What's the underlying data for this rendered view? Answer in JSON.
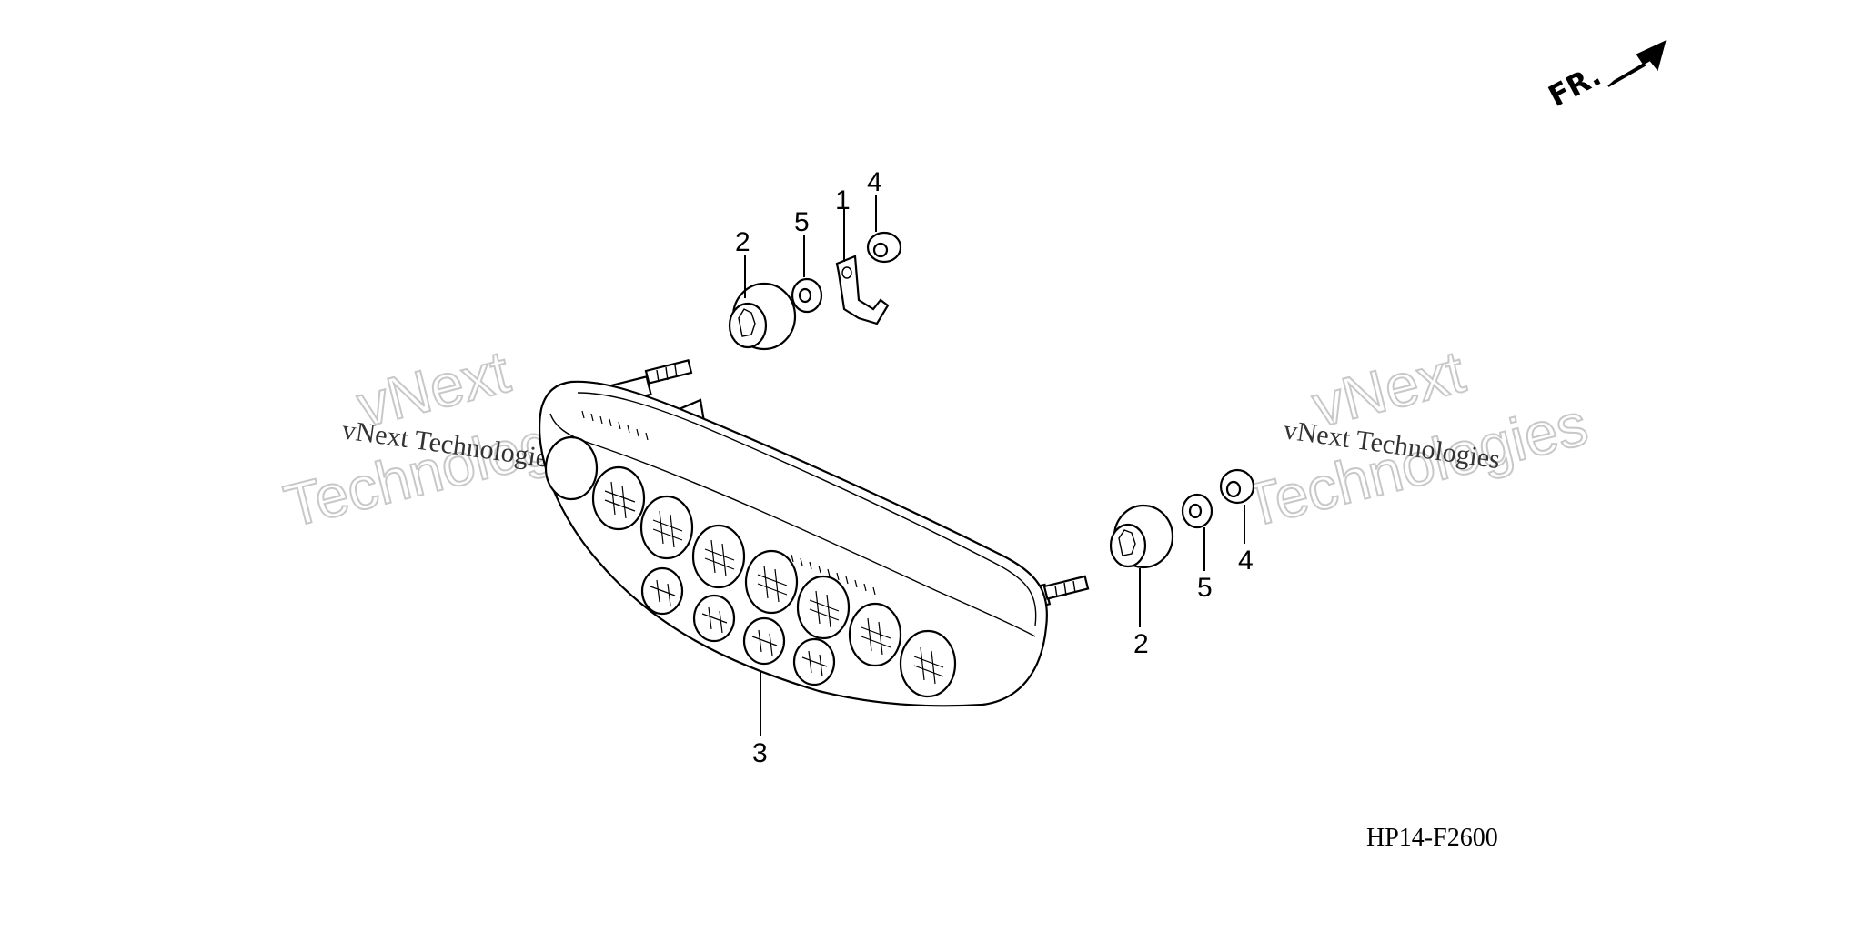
{
  "direction_marker": {
    "label": "FR."
  },
  "callouts": {
    "c1": "1",
    "c2_top": "2",
    "c2_bottom": "2",
    "c3": "3",
    "c4_top": "4",
    "c4_bottom": "4",
    "c5_top": "5",
    "c5_bottom": "5"
  },
  "diagram_code": "HP14-F2600",
  "watermarks": {
    "left_small": "vNext Technologies",
    "left_big_1": "vNext",
    "left_big_2": "Technologies",
    "right_small": "vNext Technologies",
    "right_big_1": "vNext",
    "right_big_2": "Technologies"
  },
  "icons": {
    "front_arrow": "arrow-right-up-icon"
  }
}
